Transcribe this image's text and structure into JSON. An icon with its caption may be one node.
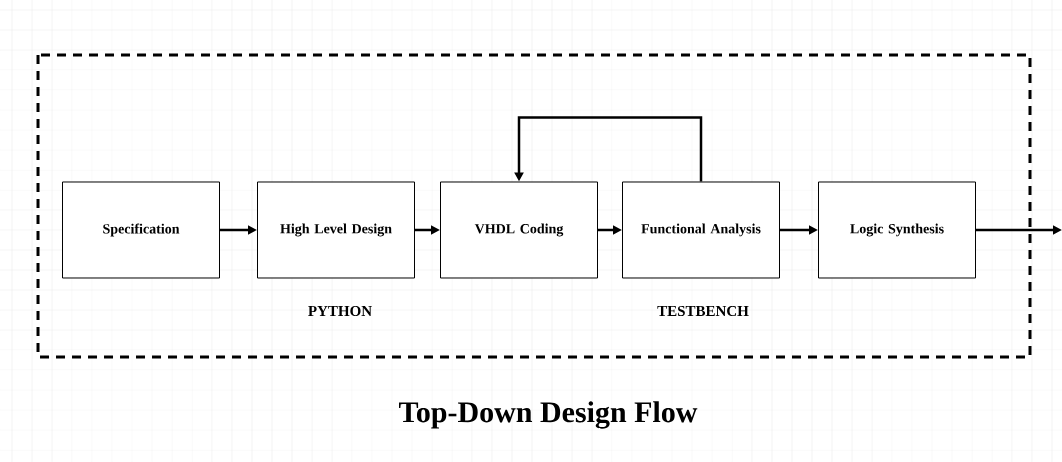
{
  "diagram": {
    "title": "Top-Down Design Flow",
    "nodes": [
      {
        "text": [
          "Specification"
        ]
      },
      {
        "text": [
          "High Level Design"
        ]
      },
      {
        "text": [
          "VHDL Coding"
        ]
      },
      {
        "text": [
          "Functional Analysis"
        ]
      },
      {
        "text": [
          "Logic Synthesis"
        ]
      }
    ],
    "edges": [
      {
        "from": 0,
        "to": 1,
        "arrow": "to"
      },
      {
        "from": 1,
        "to": 2,
        "arrow": "to"
      },
      {
        "from": 2,
        "to": 3,
        "arrow": "to"
      },
      {
        "from": 3,
        "to": 4,
        "arrow": "to"
      },
      {
        "from": 3,
        "to": 2,
        "arrow": "to"
      },
      {
        "from": 4,
        "to": null,
        "arrow": "to"
      }
    ],
    "labels": [
      "PYTHON",
      "TESTBENCH"
    ]
  }
}
